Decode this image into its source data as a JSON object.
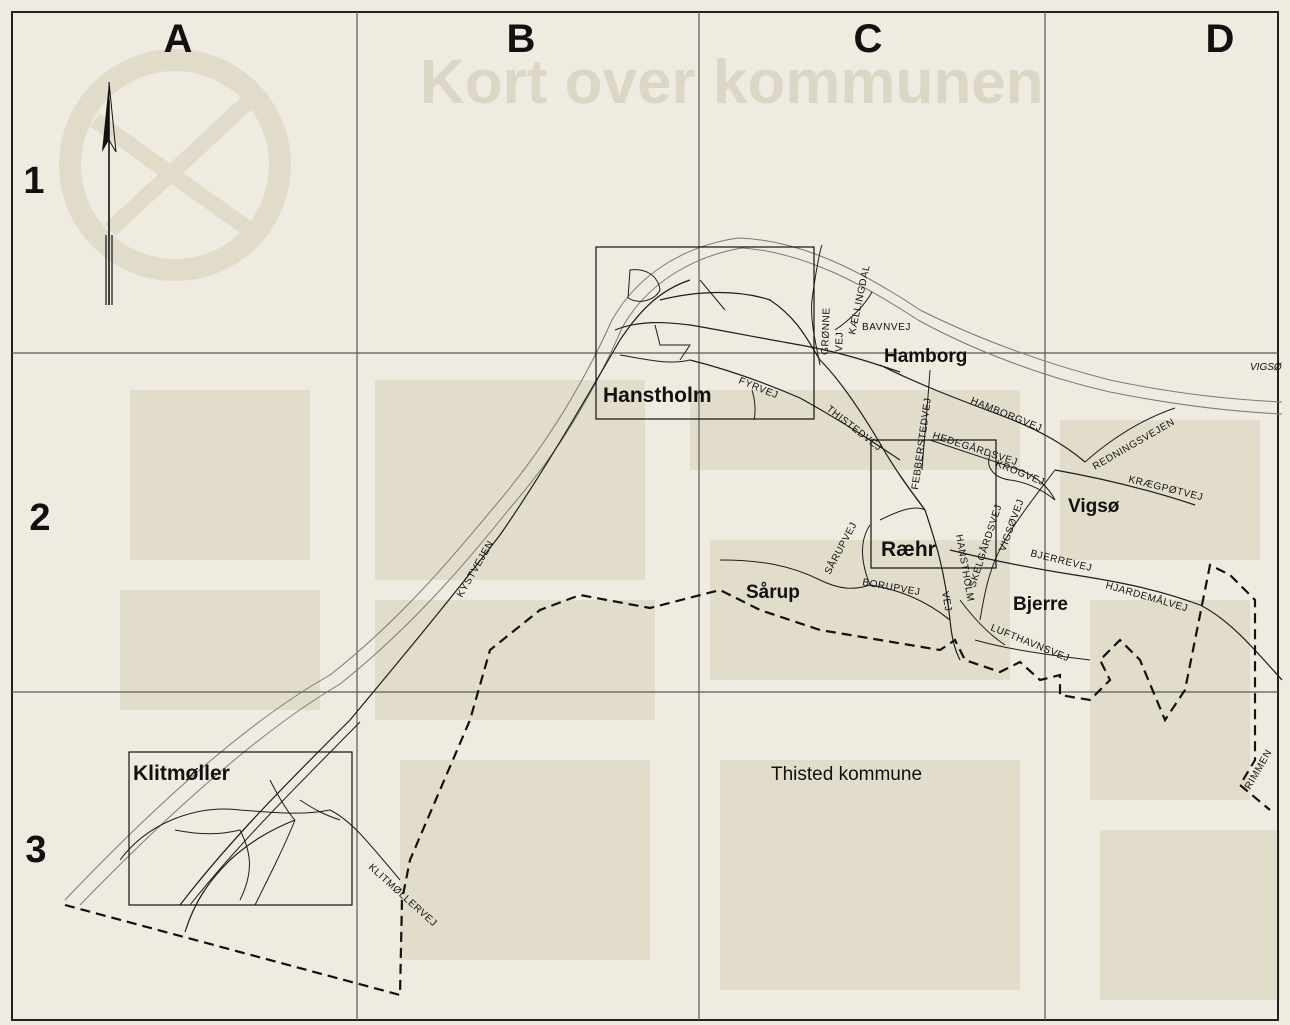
{
  "title_bg": "Kort over kommunen",
  "columns": [
    "A",
    "B",
    "C",
    "D"
  ],
  "rows": [
    "1",
    "2",
    "3"
  ],
  "towns": {
    "hanstholm": "Hanstholm",
    "hamborg": "Hamborg",
    "raehr": "Ræhr",
    "vigso": "Vigsø",
    "bjerre": "Bjerre",
    "sarup": "Sårup",
    "klitmoller": "Klitmøller"
  },
  "region_label": "Thisted kommune",
  "streets": {
    "kystvejen": "KYSTVEJEN",
    "klitmollervej": "KLITMØLLERVEJ",
    "fyrvej": "FYRVEJ",
    "thistedvej": "THISTEDVEJ",
    "gronne_vej_1": "GRØNNE",
    "gronne_vej_2": "VEJ",
    "kaellingdal": "KÆLLINGDAL",
    "bavnvej": "BAVNVEJ",
    "febberstedvej": "FEBBERSTEDVEJ",
    "hamborgvej": "HAMBORGVEJ",
    "hedegardsvej": "HEDEGÅRDSVEJ",
    "krogvej": "KROGVEJ",
    "redningsvejen": "REDNINGSVEJEN",
    "kraegpotvej": "KRÆGPØTVEJ",
    "sarupvej": "SÅRUPVEJ",
    "borupvej": "BORUPVEJ",
    "hanstholmvej_1": "HANSTHOLM",
    "hanstholmvej_2": "VEJ",
    "skelgardsvej": "SKELGÅRDSVEJ",
    "vigsovej": "VIGSØVEJ",
    "bjerrevej": "BJERREVEJ",
    "hjardemalvej": "HJARDEMÅLVEJ",
    "lufthavnsvej": "LUFTHAVNSVEJ",
    "vigso_edge": "VIGSØ",
    "rimmen_edge": "RIMMEN"
  },
  "colors": {
    "paper": "#efebe0",
    "ink": "#1d1d1d",
    "ghost_print": "#dcd6c4"
  }
}
